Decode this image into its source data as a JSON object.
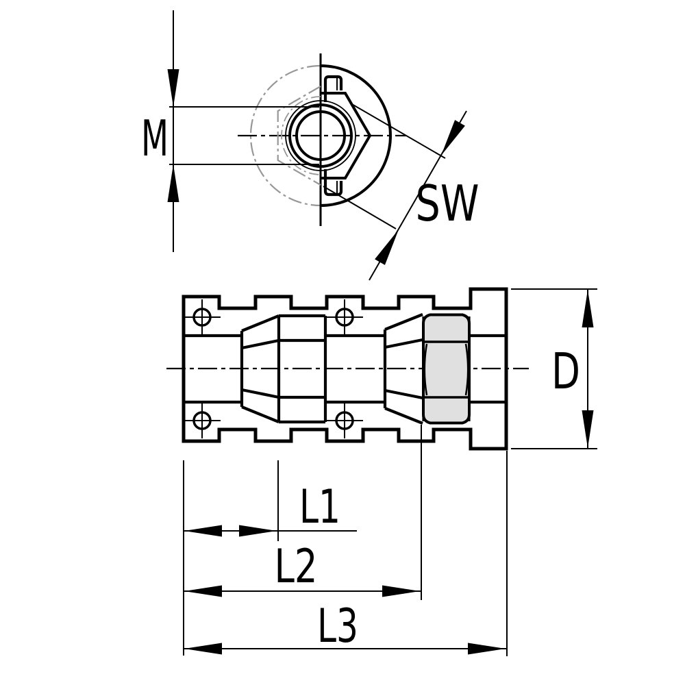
{
  "drawing": {
    "type": "technical-drawing",
    "views": {
      "front_view": "threaded-insert-front",
      "side_view": "threaded-insert-side"
    },
    "colors": {
      "line": "#000000",
      "phantom": "#979797",
      "nut_fill": "#e0e0e0",
      "background": "#ffffff"
    }
  },
  "dimensions": {
    "thread": {
      "label": "M"
    },
    "wrench_size": {
      "label": "SW"
    },
    "outer_diameter": {
      "label": "D"
    },
    "length_1": {
      "label": "L1"
    },
    "length_2": {
      "label": "L2"
    },
    "length_3": {
      "label": "L3"
    }
  }
}
